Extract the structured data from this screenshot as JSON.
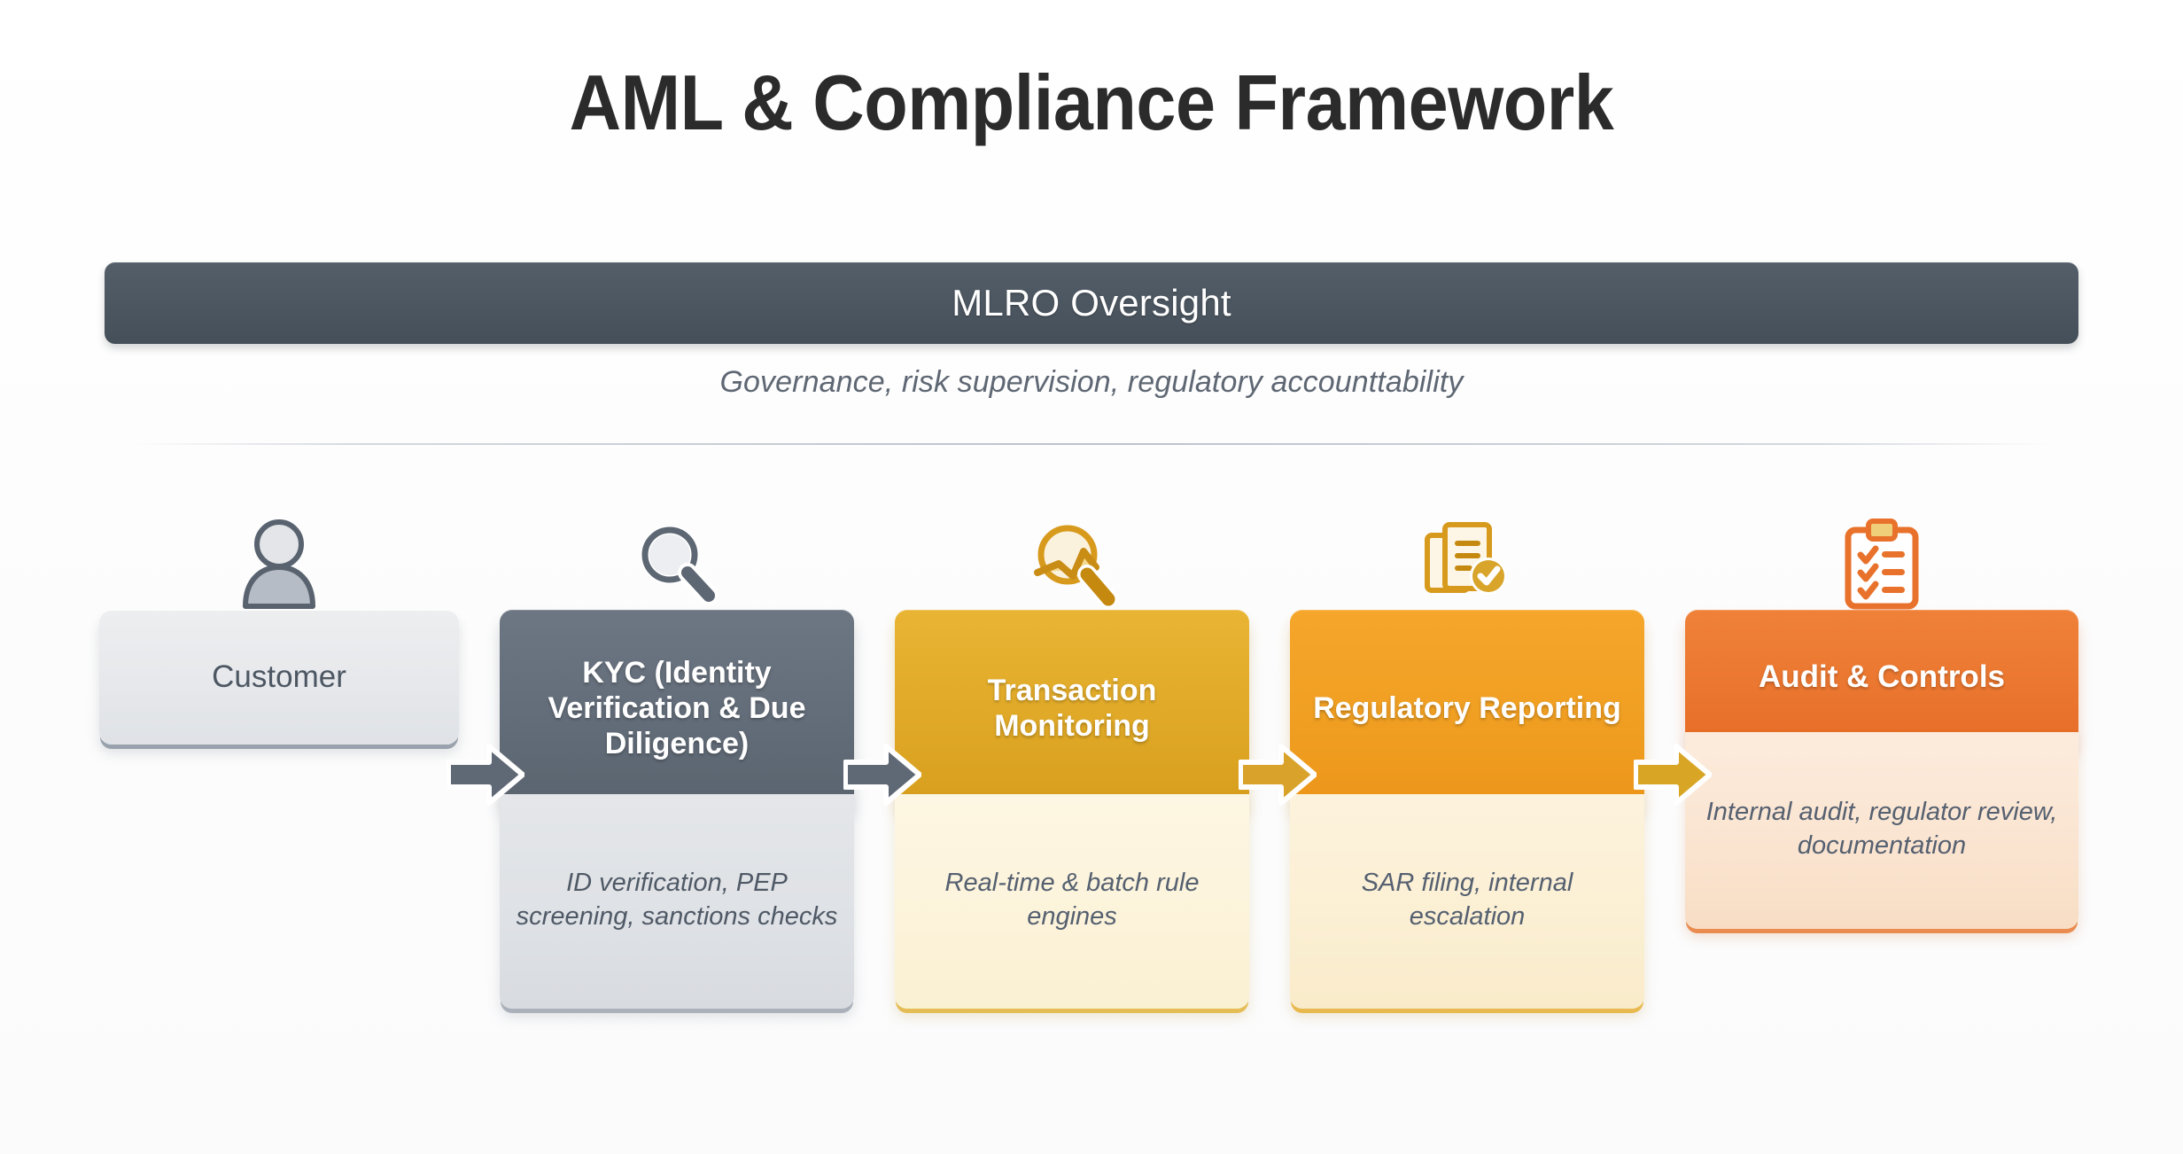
{
  "page": {
    "title": "AML & Compliance Framework",
    "background_color": "#ffffff"
  },
  "oversight": {
    "banner_label": "MLRO Oversight",
    "banner_color": "#4c5660",
    "subtitle": "Governance, risk supervision, regulatory accounttability",
    "subtitle_color": "#5e6773"
  },
  "flow": {
    "stages": [
      {
        "id": "customer",
        "icon": "person-icon",
        "title": "Customer",
        "detail": "",
        "header_color": "#e6e8eb",
        "body_color": "",
        "accent_color": "#9aa3ad"
      },
      {
        "id": "kyc",
        "icon": "magnifier-icon",
        "title": "KYC (Identity Verification & Due Diligence)",
        "detail": "ID verification, PEP screening, sanctions checks",
        "header_color": "#636d79",
        "body_color": "#dee1e5",
        "accent_color": "#4a535d"
      },
      {
        "id": "transaction-monitoring",
        "icon": "chart-magnifier-icon",
        "title": "Transaction Monitoring",
        "detail": "Real-time & batch rule engines",
        "header_color": "#e0a927",
        "body_color": "#fcf3da",
        "accent_color": "#b8821a"
      },
      {
        "id": "regulatory-reporting",
        "icon": "document-check-icon",
        "title": "Regulatory Reporting",
        "detail": "SAR filing, internal escalation",
        "header_color": "#f09f22",
        "body_color": "#fbefd3",
        "accent_color": "#c2791a"
      },
      {
        "id": "audit-controls",
        "icon": "clipboard-checklist-icon",
        "title": "Audit & Controls",
        "detail": "Internal audit, regulator review, documentation",
        "header_color": "#eb7730",
        "body_color": "#fae4d0",
        "accent_color": "#c9561e"
      }
    ],
    "connectors": [
      {
        "id": "connector-1",
        "from": "customer",
        "to": "kyc",
        "color": "#5f6975"
      },
      {
        "id": "connector-2",
        "from": "kyc",
        "to": "transaction-monitoring",
        "color": "#5f6975"
      },
      {
        "id": "connector-3",
        "from": "transaction-monitoring",
        "to": "regulatory-reporting",
        "color": "#d9a22a"
      },
      {
        "id": "connector-4",
        "from": "regulatory-reporting",
        "to": "audit-controls",
        "color": "#d8a524"
      }
    ]
  }
}
